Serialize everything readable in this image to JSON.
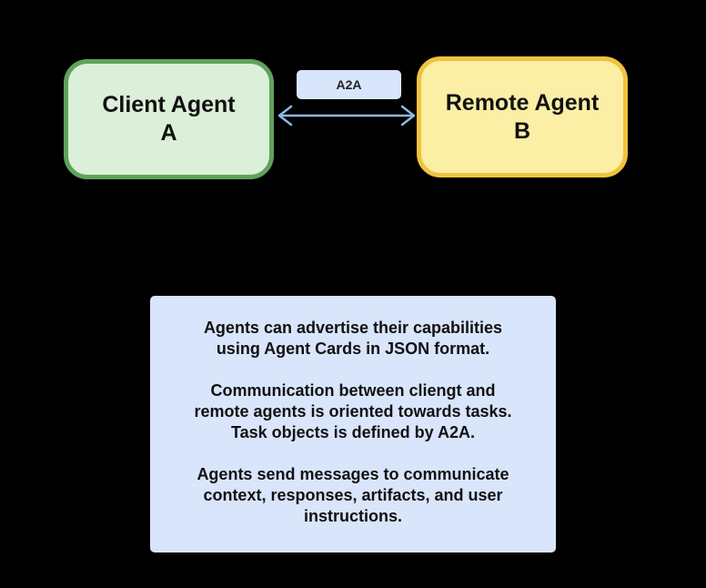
{
  "nodes": {
    "client": {
      "line1": "Client Agent",
      "line2": "A"
    },
    "remote": {
      "line1": "Remote Agent",
      "line2": "B"
    }
  },
  "connection": {
    "label": "A2A"
  },
  "info": {
    "paragraphs": [
      [
        "Agents can advertise their capabilities",
        "using Agent Cards in JSON format."
      ],
      [
        "Communication between cliengt and",
        "remote agents is oriented towards tasks.",
        "Task objects is defined by A2A."
      ],
      [
        "Agents send messages to communicate",
        "context, responses, artifacts, and user",
        "instructions."
      ]
    ]
  },
  "colors": {
    "client_fill": "#dcefd8",
    "client_border": "#5fa25a",
    "remote_fill": "#fbeea5",
    "remote_border": "#eec43f",
    "label_fill": "#d8e5fb",
    "arrow": "#8ab8e6",
    "info_fill": "#d9e5fb",
    "background": "#000000"
  }
}
